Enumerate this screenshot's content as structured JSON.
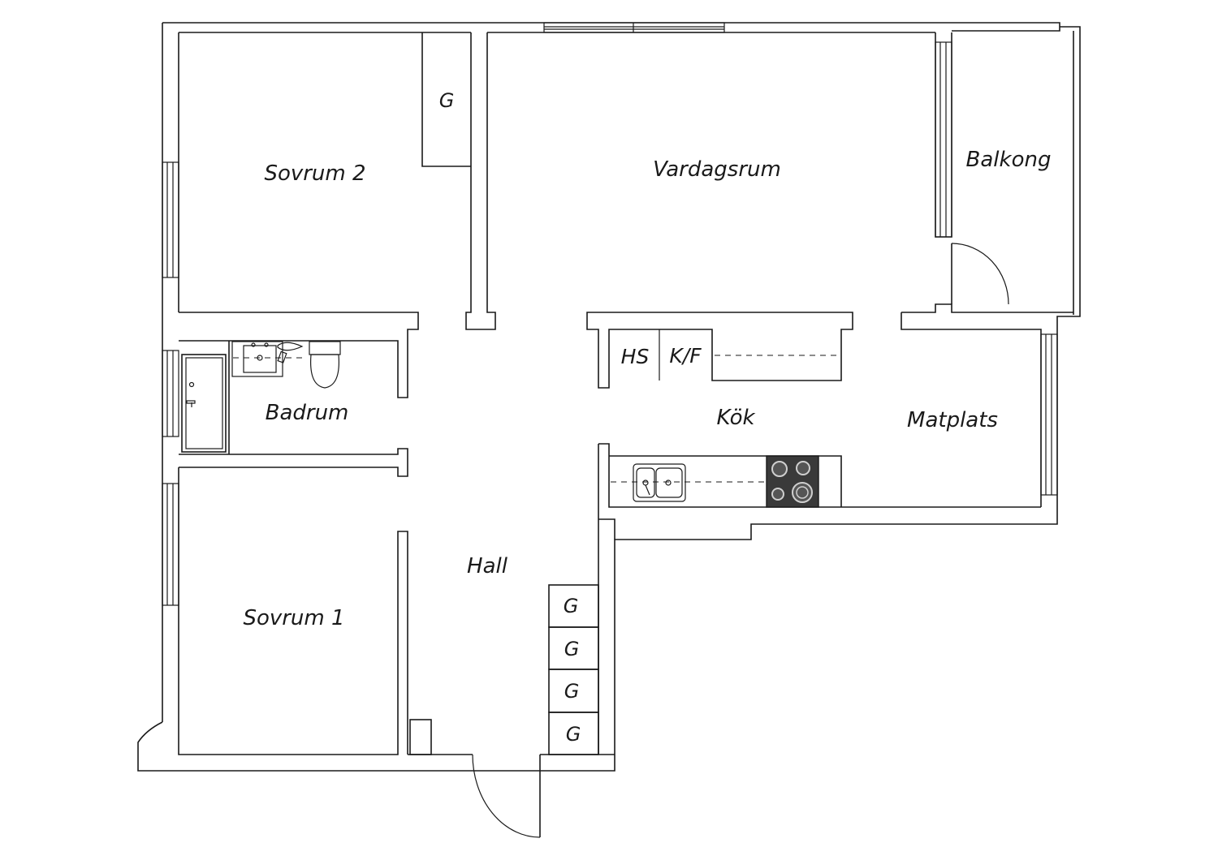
{
  "rooms": {
    "sovrum2": "Sovrum 2",
    "vardagsrum": "Vardagsrum",
    "balkong": "Balkong",
    "badrum": "Badrum",
    "kok": "Kök",
    "matplats": "Matplats",
    "hall": "Hall",
    "sovrum1": "Sovrum 1"
  },
  "closets": {
    "g_sovrum2": "G",
    "g_hall_1": "G",
    "g_hall_2": "G",
    "g_hall_3": "G",
    "g_hall_4": "G"
  },
  "kitchen": {
    "hs": "HS",
    "kf": "K/F"
  },
  "colors": {
    "wall_stroke": "#1a1a1a",
    "background": "#ffffff",
    "stove": "#3a3a3a"
  }
}
